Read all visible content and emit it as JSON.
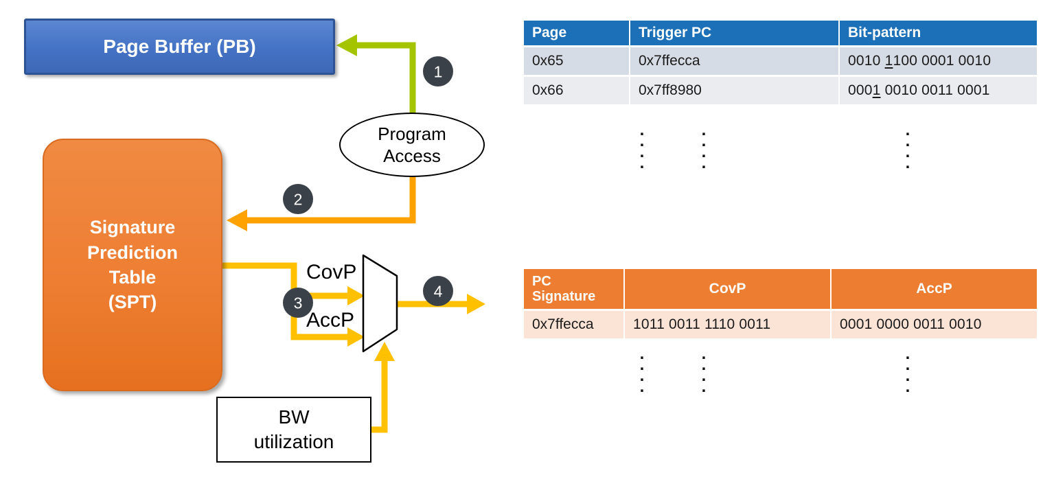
{
  "diagram": {
    "page_buffer": "Page Buffer (PB)",
    "spt": "Signature\nPrediction\nTable\n(SPT)",
    "program_access": "Program\nAccess",
    "mux_inputs": {
      "covp": "CovP",
      "accp": "AccP"
    },
    "bw": "BW\nutilization",
    "steps": [
      "1",
      "2",
      "3",
      "4"
    ]
  },
  "page_table": {
    "headers": [
      "Page",
      "Trigger PC",
      "Bit-pattern"
    ],
    "rows": [
      {
        "page": "0x65",
        "trigger_pc": "0x7ffecca",
        "bits_pre": "0010 ",
        "bits_ul": "1",
        "bits_post": "100 0001 0010"
      },
      {
        "page": "0x66",
        "trigger_pc": "0x7ff8980",
        "bits_pre": "000",
        "bits_ul": "1",
        "bits_post": " 0010 0011 0001"
      }
    ]
  },
  "spt_table": {
    "headers": [
      "PC\nSignature",
      "CovP",
      "AccP"
    ],
    "rows": [
      {
        "pc_signature": "0x7ffecca",
        "covp": "1011 0011 1110 0011",
        "accp": "0001 0000 0011 0010"
      }
    ]
  },
  "ellipsis": ".\n.\n.\n.",
  "colors": {
    "arrow_green": "#A5C400",
    "arrow_orange": "#FFA200",
    "arrow_yellow": "#FFC000",
    "page_buffer_fill": "#4472C4",
    "page_buffer_border": "#2E5395",
    "spt_fill": "#ED7D31",
    "table1_header": "#1C70B8",
    "table1_row_a": "#D6DCE5",
    "table1_row_b": "#EAECF0",
    "table2_header": "#ED7D31",
    "table2_row": "#FBE3D5",
    "step_circle": "#3B4148"
  }
}
